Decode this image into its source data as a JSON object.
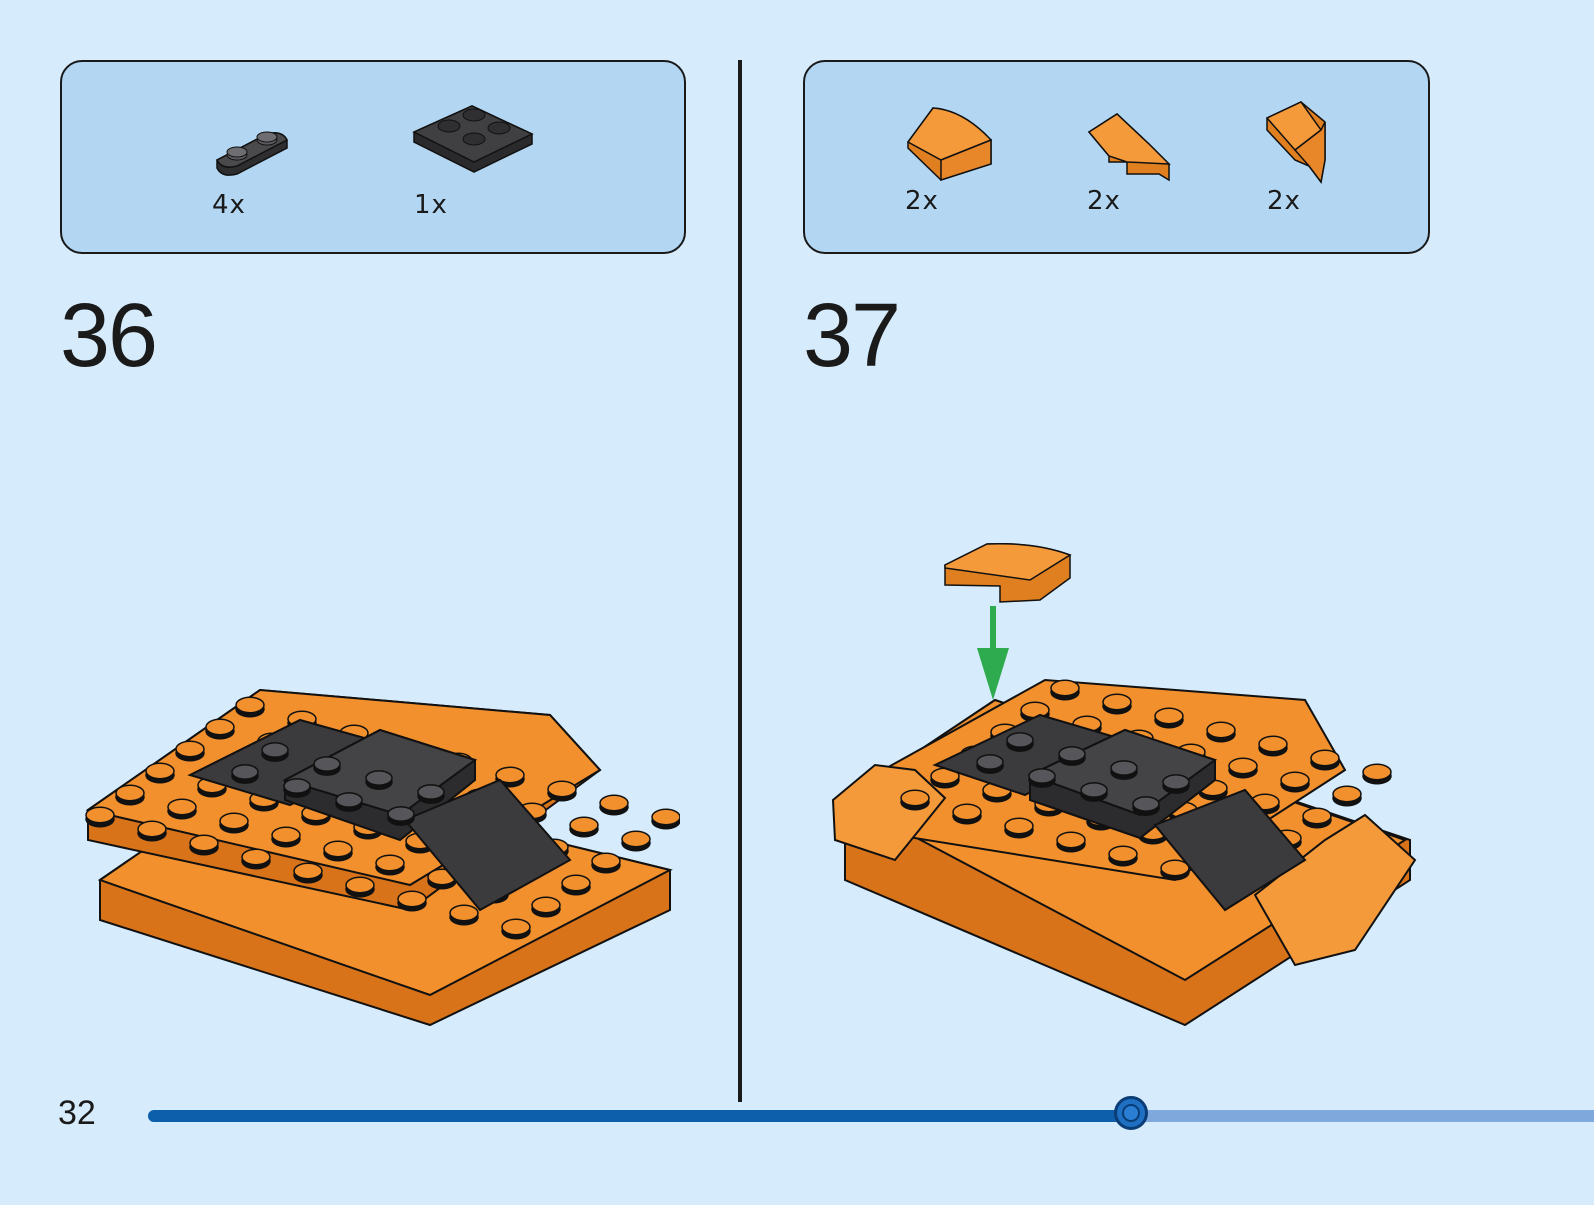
{
  "page": {
    "number": "32"
  },
  "steps": [
    {
      "number": "36",
      "parts": [
        {
          "qty": "4x",
          "icon": "dark-gray-plate-1x2-rounded-icon"
        },
        {
          "qty": "1x",
          "icon": "black-plate-2x2-icon"
        }
      ]
    },
    {
      "number": "37",
      "parts": [
        {
          "qty": "2x",
          "icon": "orange-curved-slope-icon"
        },
        {
          "qty": "2x",
          "icon": "orange-wedge-left-icon"
        },
        {
          "qty": "2x",
          "icon": "orange-wedge-right-icon"
        }
      ]
    }
  ],
  "progress": {
    "fraction": 0.68
  },
  "colors": {
    "background": "#d6ebfb",
    "parts_box": "#b3d7f2",
    "brick_orange": "#f28f2c",
    "brick_dark": "#3a3a3c",
    "arrow_green": "#2eaa4f",
    "progress_fill": "#0d5fab",
    "progress_track": "#7fa8dc"
  }
}
